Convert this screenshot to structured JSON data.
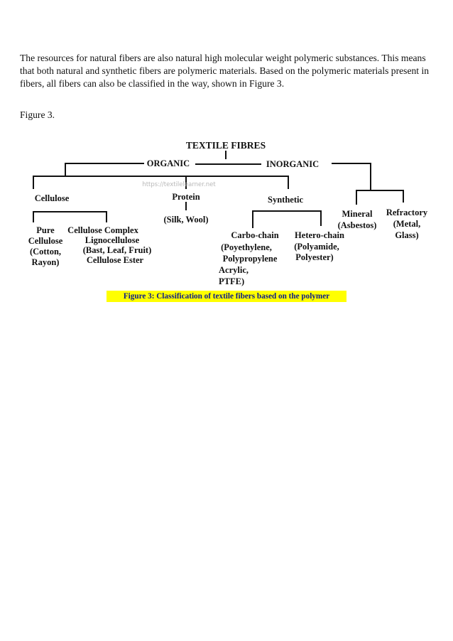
{
  "paragraph": "The resources for natural fibers are also natural high molecular weight polymeric substances. This means that both natural and synthetic fibers are polymeric materials. Based on the polymeric materials present in fibers, all fibers can also be classified in the way, shown in Figure 3.",
  "figure_label": "Figure 3.",
  "diagram": {
    "root": "TEXTILE FIBRES",
    "organic": "ORGANIC",
    "inorganic": "INORGANIC",
    "watermark": "https://textilelearner.net",
    "cellulose": "Cellulose",
    "protein": "Protein",
    "synthetic": "Synthetic",
    "protein_examples": "(Silk, Wool)",
    "pure_cellulose": [
      "Pure",
      "Cellulose",
      "(Cotton,",
      "Rayon)"
    ],
    "cellulose_complex": [
      "Cellulose Complex",
      "Lignocellulose",
      "(Bast, Leaf, Fruit)",
      "Cellulose Ester"
    ],
    "carbo_chain": [
      "Carbo-chain",
      "(Poyethylene,",
      "Polypropylene",
      "Acrylic,",
      "PTFE)"
    ],
    "hetero_chain": [
      "Hetero-chain",
      "(Polyamide,",
      "Polyester)"
    ],
    "mineral": [
      "Mineral",
      "(Asbestos)"
    ],
    "refractory": [
      "Refractory",
      "(Metal,",
      "Glass)"
    ]
  },
  "caption": "Figure 3: Classification of textile fibers based on the polymer"
}
